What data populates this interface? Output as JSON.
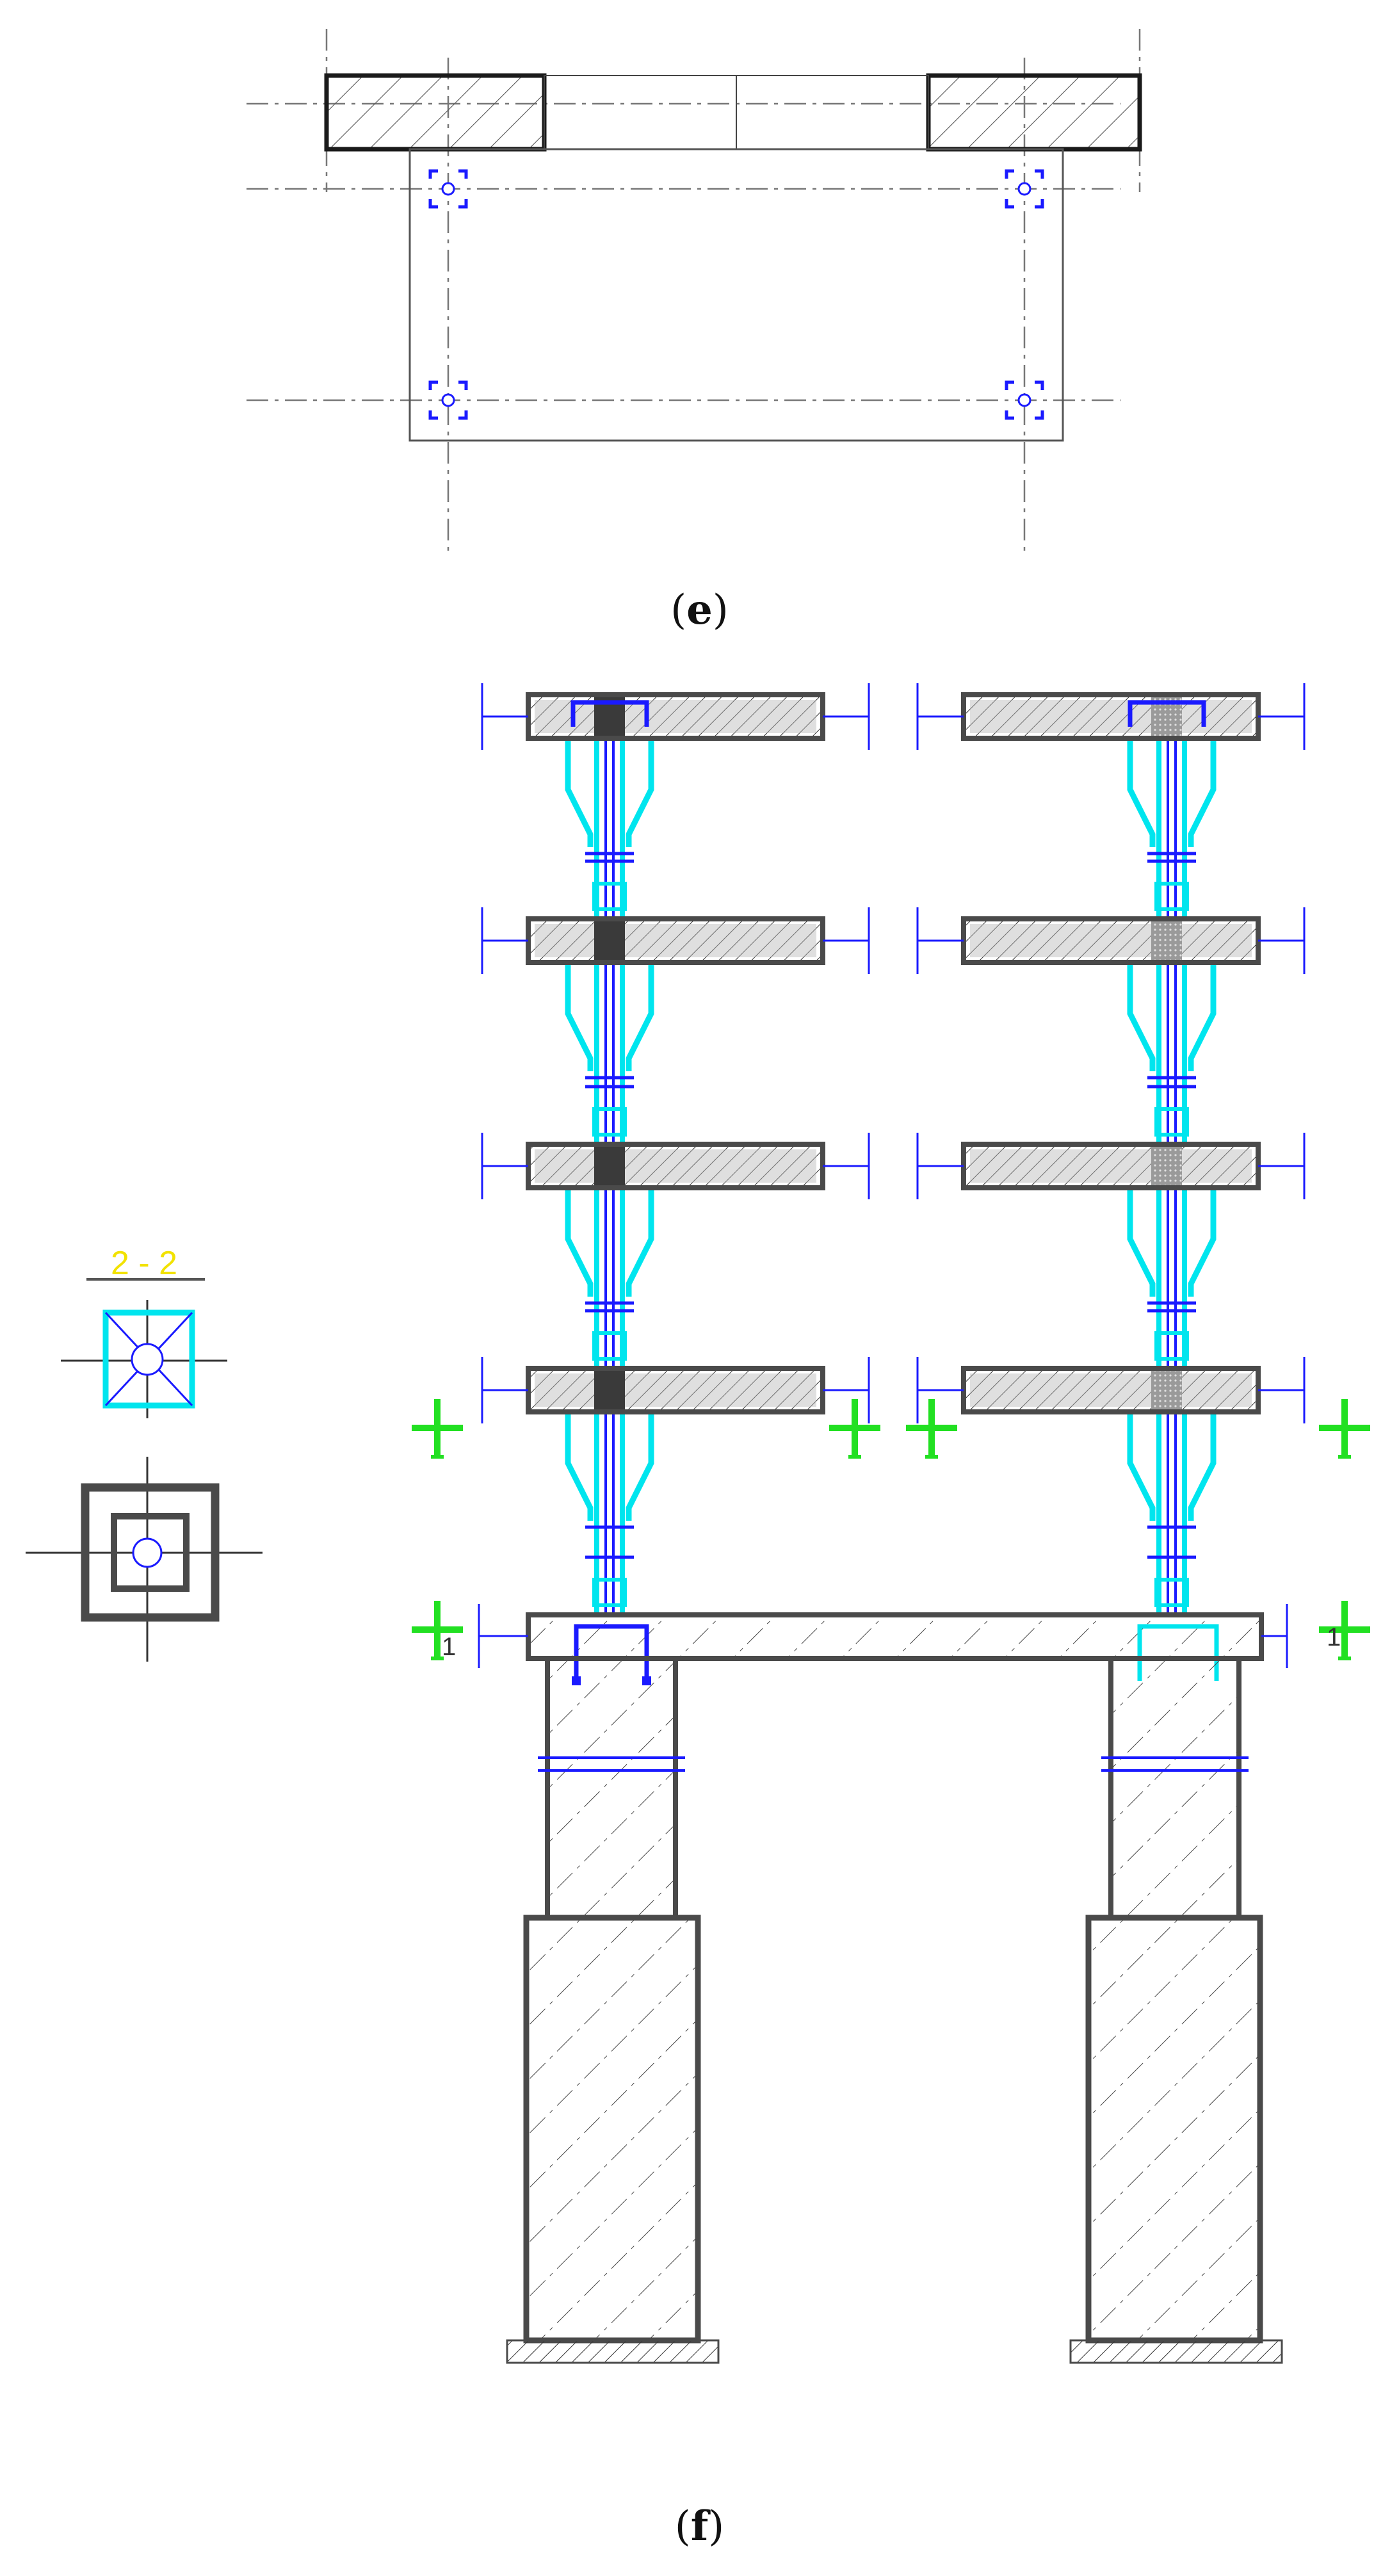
{
  "panel_e": {
    "caption_open": "(",
    "caption_letter": "e",
    "caption_close": ")"
  },
  "panel_f": {
    "caption_open": "(",
    "caption_letter": "f",
    "caption_close": ")"
  },
  "section_mark": {
    "text": "2 - 2",
    "color": "#f2e200"
  },
  "side_mark_labels": {
    "left": "1",
    "right": "1"
  },
  "colors": {
    "outline": "#4a4a4a",
    "hatch": "#555555",
    "fill_gray": "#b8b8b8",
    "connector_blue": "#1a1aff",
    "sleeve_cyan": "#00e5ee",
    "marker_green": "#22e022",
    "dashdot": "#777777"
  },
  "icons": {
    "plan_anchor": "anchor-bolt-icon",
    "section_marker": "section-cut-marker-icon",
    "column_section": "column-cross-section-icon"
  }
}
